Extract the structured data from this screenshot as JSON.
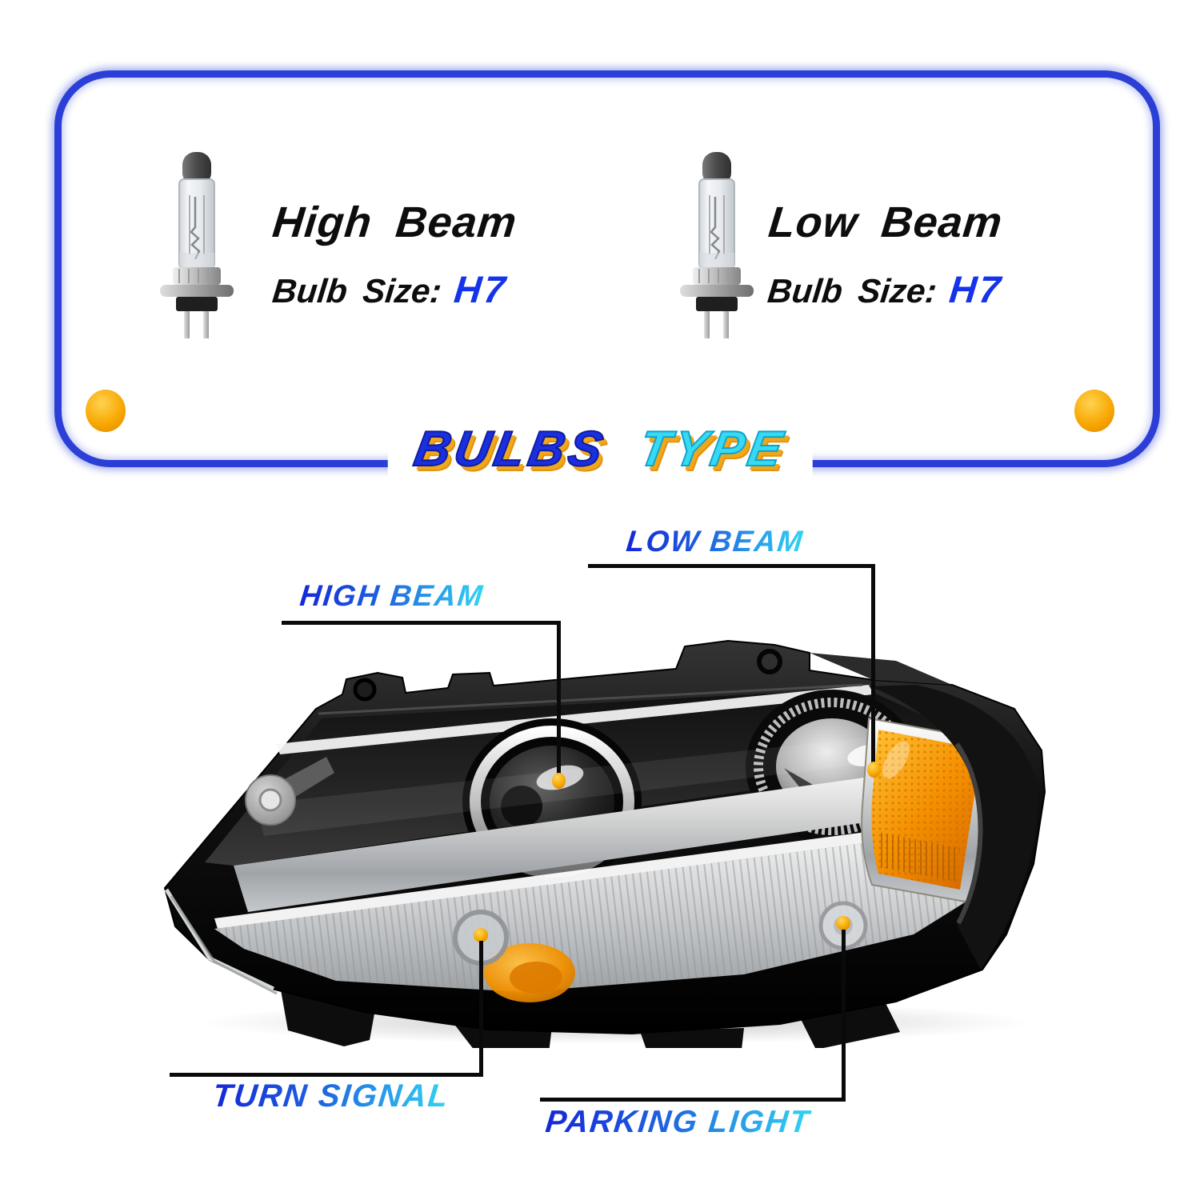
{
  "bulb_panel": {
    "items": [
      {
        "beam_name": "High Beam",
        "size_label": "Bulb Size:",
        "size_value": "H7"
      },
      {
        "beam_name": "Low Beam",
        "size_label": "Bulb Size:",
        "size_value": "H7"
      }
    ]
  },
  "title": {
    "word_primary": "BULBS",
    "word_secondary": "TYPE"
  },
  "callouts": {
    "low_beam": "LOW BEAM",
    "high_beam": "HIGH BEAM",
    "turn_signal": "TURN SIGNAL",
    "parking_light": "PARKING LIGHT"
  },
  "colors": {
    "panel_border_blue": "#2b3fd6",
    "title_blue": "#1b2fe0",
    "title_cyan": "#38d9f5",
    "title_shadow_orange": "#f2a71b",
    "h7_value_blue": "#1433ea",
    "label_gradient_start": "#1527d8",
    "label_gradient_end": "#32d4f2",
    "marker_dot_orange": "#f6a800",
    "callout_line_black": "#0a0a0a",
    "reflector_amber": "#f59a00"
  }
}
